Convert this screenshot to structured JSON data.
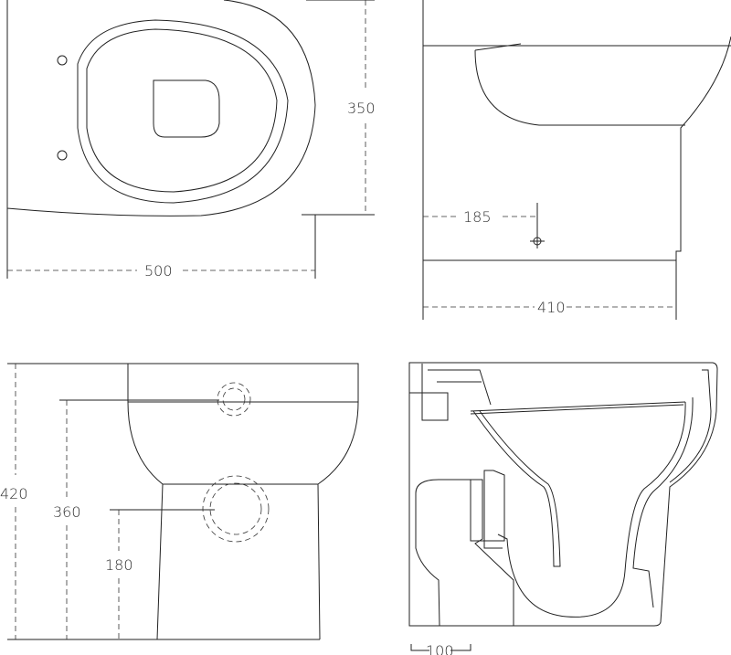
{
  "title": "Toilet technical drawing",
  "views": {
    "top": {
      "width_label": "500",
      "depth_label": "350"
    },
    "side": {
      "outlet_label": "185",
      "length_label": "410"
    },
    "front": {
      "height_label": "420",
      "inlet_height_label": "360",
      "outlet_height_label": "180"
    },
    "section": {
      "offset_label": "100"
    }
  }
}
